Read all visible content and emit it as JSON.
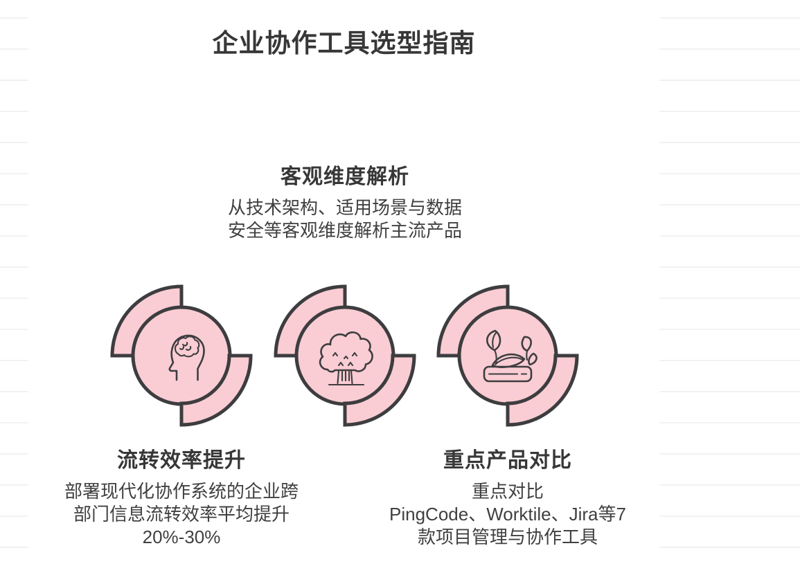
{
  "page": {
    "title": "企业协作工具选型指南"
  },
  "colors": {
    "pink": "#f9cdd3",
    "stroke": "#3d3d40",
    "text": "#373737",
    "body-text": "#404040",
    "line-color": "#f2f2f2"
  },
  "nodes": [
    {
      "icon": "brain-head-icon",
      "label_position": "below",
      "title": "流转效率提升",
      "lines": [
        "部署现代化协作系统的企业跨",
        "部门信息流转效率平均提升",
        "20%-30%"
      ]
    },
    {
      "icon": "tree-icon",
      "label_position": "above",
      "title": "客观维度解析",
      "lines": [
        "从技术架构、适用场景与数据",
        "安全等客观维度解析主流产品"
      ]
    },
    {
      "icon": "plant-tray-icon",
      "label_position": "below",
      "title": "重点产品对比",
      "lines": [
        "重点对比",
        "PingCode、Worktile、Jira等7",
        "款项目管理与协作工具"
      ]
    }
  ]
}
